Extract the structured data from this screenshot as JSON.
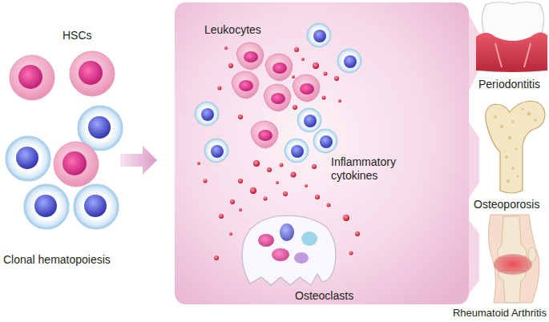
{
  "diagram": {
    "nodes": [
      {
        "text": [
          "Leukocytes",
          "Inflammatory cytokines",
          "Osteoclasts"
        ]
      }
    ],
    "labels": [
      "HSCs",
      "Clonal hematopoiesis",
      "Periodontitis",
      "Osteoporosis",
      "Rheumatoid Arthritis"
    ]
  }
}
